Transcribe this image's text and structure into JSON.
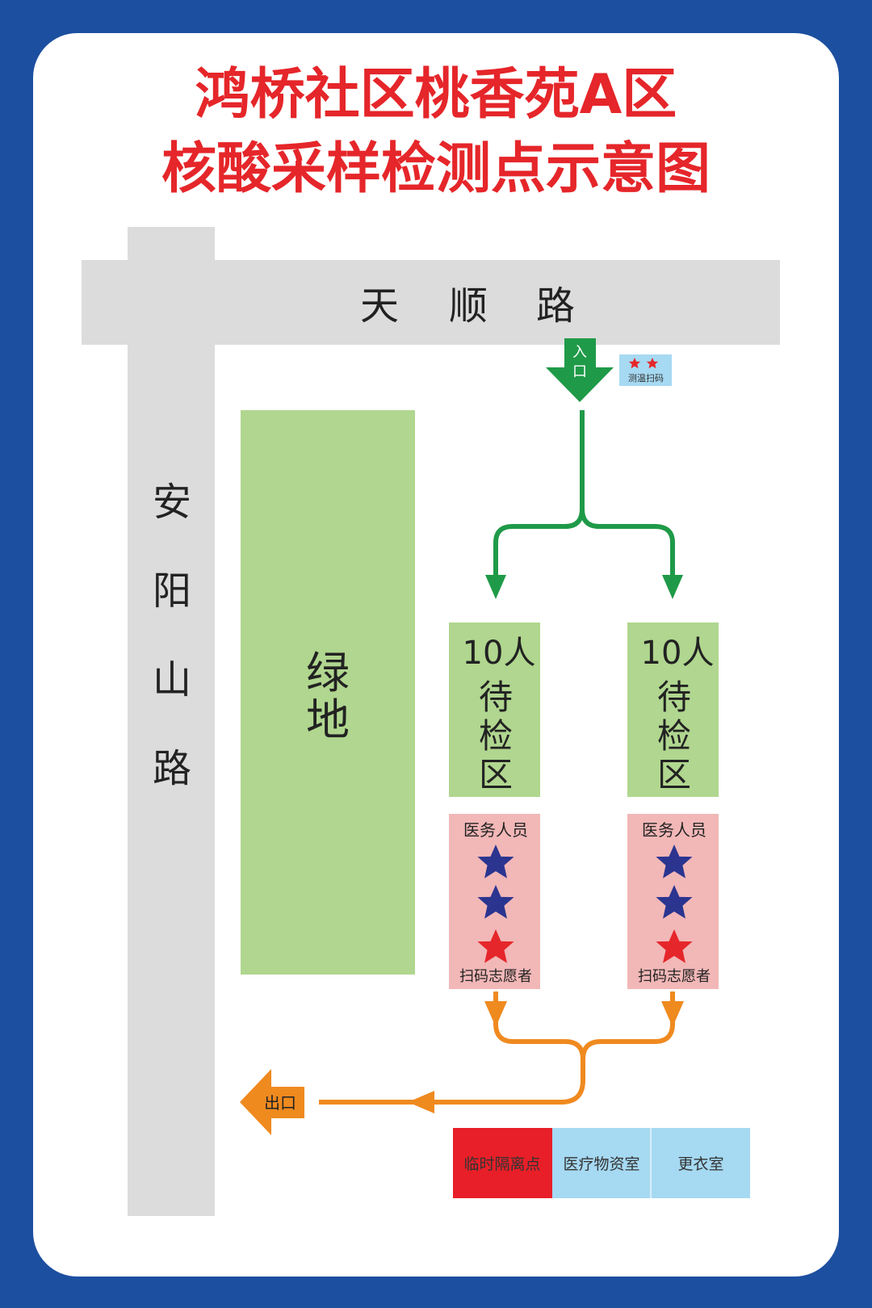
{
  "title": {
    "line1": "鸿桥社区桃香苑A区",
    "line2": "核酸采样检测点示意图"
  },
  "roads": {
    "horizontal": [
      "天",
      "顺",
      "路"
    ],
    "vertical": [
      "安",
      "阳",
      "山",
      "路"
    ]
  },
  "green_area": [
    "绿",
    "地"
  ],
  "entrance": {
    "label": [
      "入",
      "口"
    ],
    "badge": "测温扫码"
  },
  "waiting_zones": [
    {
      "count": "10人",
      "label": [
        "待",
        "检",
        "区"
      ]
    },
    {
      "count": "10人",
      "label": [
        "待",
        "检",
        "区"
      ]
    }
  ],
  "stations": [
    {
      "top": "医务人员",
      "bottom": "扫码志愿者"
    },
    {
      "top": "医务人员",
      "bottom": "扫码志愿者"
    }
  ],
  "exit": {
    "label": "出口"
  },
  "legend": [
    "临时隔离点",
    "医疗物资室",
    "更衣室"
  ],
  "colors": {
    "border": "#1d4fa0",
    "title": "#e5262a",
    "road": "#dcdcdc",
    "green": "#b0d68f",
    "arrow_green": "#1f9a48",
    "arrow_orange": "#ef8a1f",
    "pink": "#f2b7b7",
    "star_blue": "#2b3590",
    "star_red": "#e5262a",
    "legend_red": "#e81f28",
    "legend_blue": "#a6d9f2"
  }
}
